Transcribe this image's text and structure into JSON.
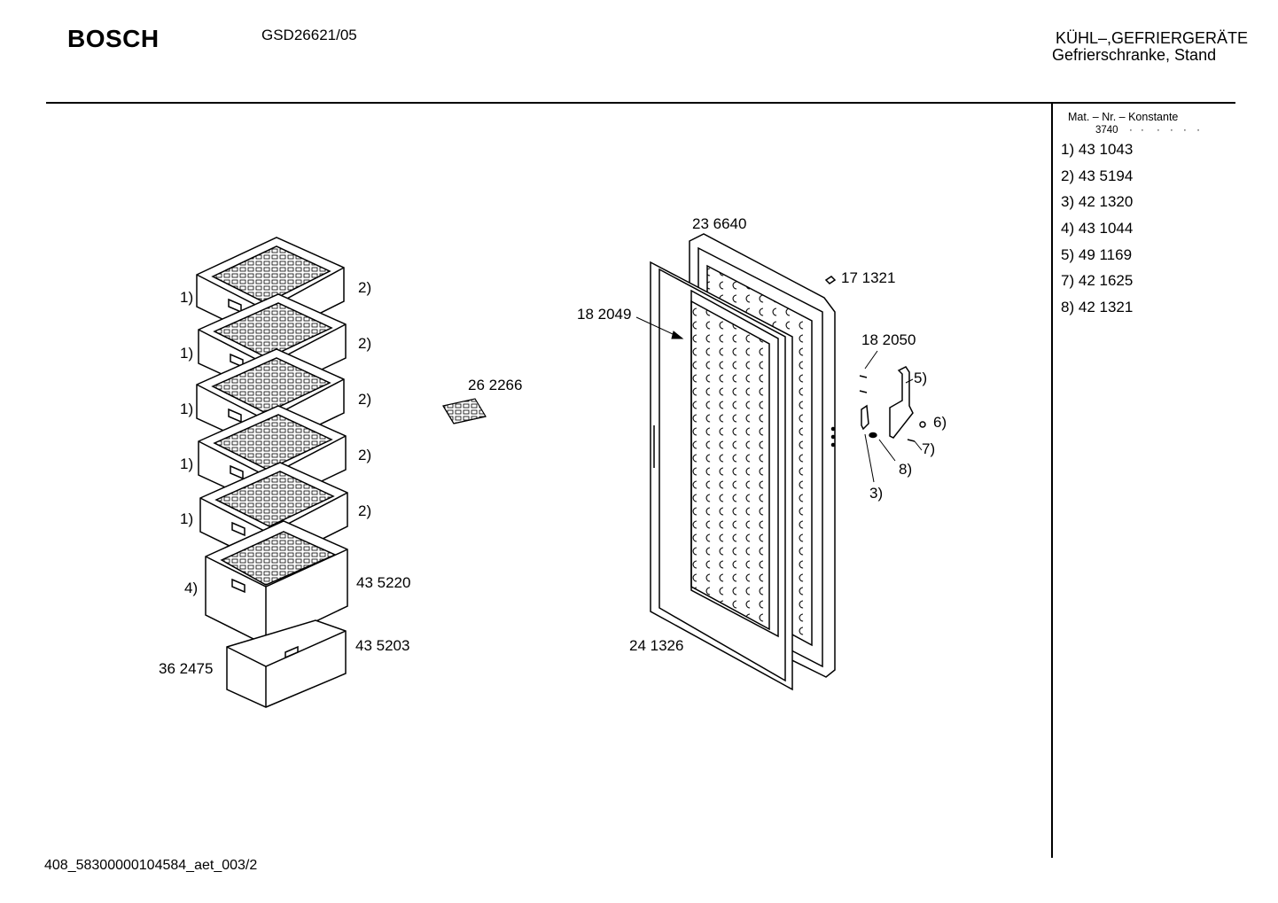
{
  "header": {
    "brand": "BOSCH",
    "model": "GSD26621/05",
    "category_line1": "KÜHL–,GEFRIERGERÄTE",
    "category_line2": "Gefrierschranke, Stand"
  },
  "sidebar": {
    "heading": "Mat. – Nr. – Konstante",
    "constant_code": "3740",
    "constant_dots_a": "· ·",
    "constant_dots_b": "· · · ·",
    "items": [
      {
        "label": "1)",
        "value": "43 1043"
      },
      {
        "label": "2)",
        "value": "43 5194"
      },
      {
        "label": "3)",
        "value": "42 1320"
      },
      {
        "label": "4)",
        "value": "43 1044"
      },
      {
        "label": "5)",
        "value": "49 1169"
      },
      {
        "label": "7)",
        "value": "42 1625"
      },
      {
        "label": "8)",
        "value": "42 1321"
      }
    ]
  },
  "callouts": {
    "drawer_left": [
      "1)",
      "1)",
      "1)",
      "1)",
      "1)"
    ],
    "drawer_right": [
      "2)",
      "2)",
      "2)",
      "2)",
      "2)"
    ],
    "big_drawer_left": "4)",
    "big_drawer_right": "43 5220",
    "bottom_tray_right": "43 5203",
    "bottom_tray_left": "36 2475",
    "ice_tray": "26 2266",
    "door_outer_top": "23 6640",
    "door_gasket_left": "18 2049",
    "door_screw": "17 1321",
    "hinge_screw": "18 2050",
    "hinge_5": "5)",
    "hinge_6": "6)",
    "hinge_7": "7)",
    "hinge_8": "8)",
    "hinge_3": "3)",
    "door_bottom": "24 1326"
  },
  "footer": {
    "code": "408_58300000104584_aet_003/2"
  }
}
